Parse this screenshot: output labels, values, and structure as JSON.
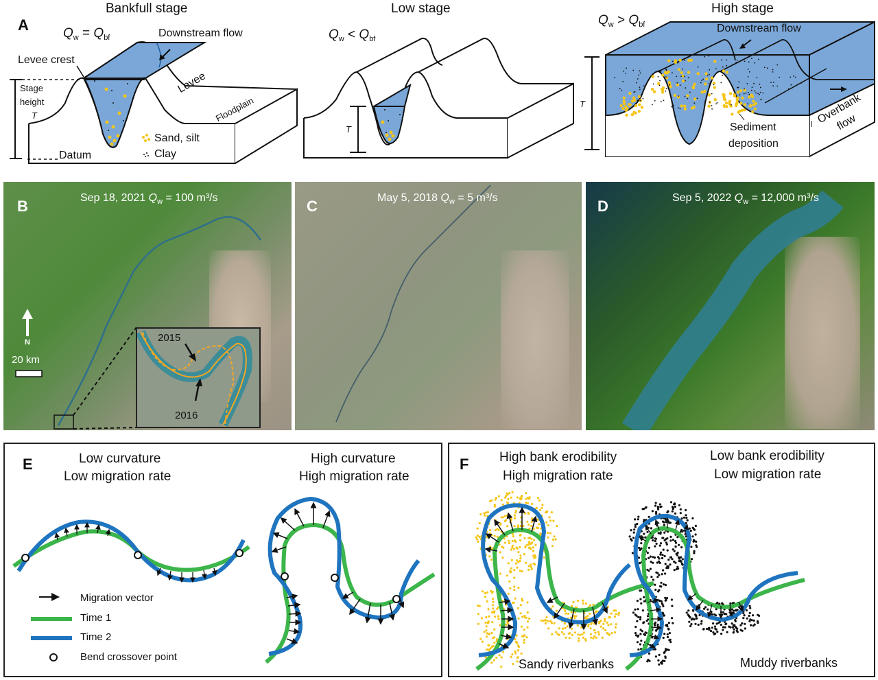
{
  "panel_a": {
    "letter": "A",
    "bankfull": {
      "title": "Bankfull stage",
      "equation": {
        "lhs": "Q",
        "lhs_sub": "w",
        "op": "=",
        "rhs": "Q",
        "rhs_sub": "bf"
      },
      "downstream_flow": "Downstream flow",
      "levee_crest": "Levee crest",
      "stage_height_line1": "Stage",
      "stage_height_line2": "height",
      "T": "T",
      "levee": "Levee",
      "floodplain": "Floodplain",
      "datum": "Datum",
      "legend_sand": "Sand, silt",
      "legend_clay": "Clay"
    },
    "low": {
      "title": "Low stage",
      "equation": {
        "lhs": "Q",
        "lhs_sub": "w",
        "op": "<",
        "rhs": "Q",
        "rhs_sub": "bf"
      },
      "T": "T"
    },
    "high": {
      "title": "High stage",
      "equation": {
        "lhs": "Q",
        "lhs_sub": "w",
        "op": ">",
        "rhs": "Q",
        "rhs_sub": "bf"
      },
      "downstream_flow": "Downstream flow",
      "T": "T",
      "sediment_line1": "Sediment",
      "sediment_line2": "deposition",
      "overbank_line1": "Overbank",
      "overbank_line2": "flow"
    }
  },
  "panel_b": {
    "letter": "B",
    "date": "Sep 18, 2021",
    "q": "Q",
    "q_sub": "w",
    "value": "= 100 m³/s",
    "north": "N",
    "scale": "20 km",
    "inset_2015": "2015",
    "inset_2016": "2016"
  },
  "panel_c": {
    "letter": "C",
    "date": "May 5, 2018",
    "q": "Q",
    "q_sub": "w",
    "value": "= 5 m³/s"
  },
  "panel_d": {
    "letter": "D",
    "date": "Sep 5, 2022",
    "q": "Q",
    "q_sub": "w",
    "value": "= 12,000 m³/s"
  },
  "panel_e": {
    "letter": "E",
    "left_title_1": "Low curvature",
    "left_title_2": "Low migration rate",
    "right_title_1": "High curvature",
    "right_title_2": "High migration rate",
    "legend": [
      {
        "label": "Migration vector"
      },
      {
        "label": "Time 1"
      },
      {
        "label": "Time 2"
      },
      {
        "label": "Bend crossover point"
      }
    ]
  },
  "panel_f": {
    "letter": "F",
    "left_title_1": "High bank erodibility",
    "left_title_2": "High migration rate",
    "right_title_1": "Low bank erodibility",
    "right_title_2": "Low migration rate",
    "left_caption": "Sandy riverbanks",
    "right_caption": "Muddy riverbanks"
  },
  "colors": {
    "water": "#7aa7d8",
    "sand": "#f5c518",
    "time1": "#3cb54a",
    "time2": "#1f74bf",
    "outline": "#111111",
    "inset_trace": "#f5a623"
  }
}
